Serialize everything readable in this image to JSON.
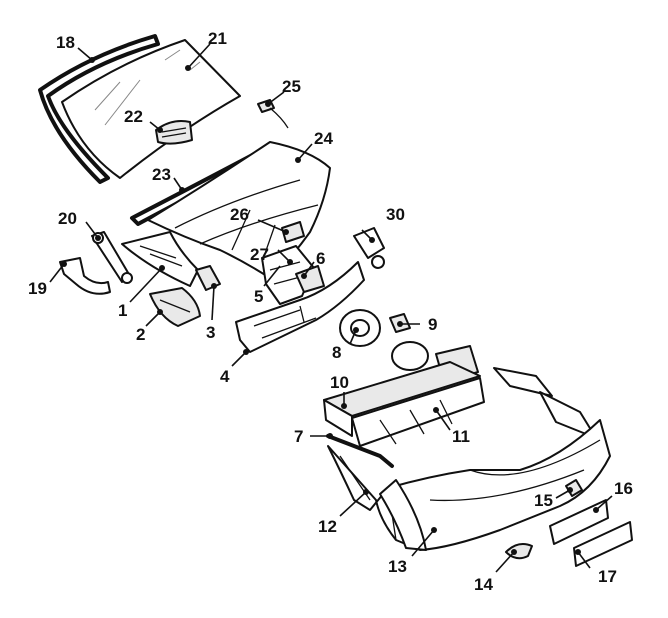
{
  "callouts": {
    "n1": "1",
    "n2": "2",
    "n3": "3",
    "n4": "4",
    "n5": "5",
    "n6": "6",
    "n7": "7",
    "n8": "8",
    "n9": "9",
    "n10": "10",
    "n11": "11",
    "n12": "12",
    "n13": "13",
    "n14": "14",
    "n15": "15",
    "n16": "16",
    "n17": "17",
    "n18": "18",
    "n19": "19",
    "n20": "20",
    "n21": "21",
    "n22": "22",
    "n23": "23",
    "n24": "24",
    "n25": "25",
    "n26": "26",
    "n27": "27",
    "n30": "30"
  },
  "colors": {
    "line": "#111111",
    "background": "#ffffff",
    "shade": "#e9e9e9"
  }
}
